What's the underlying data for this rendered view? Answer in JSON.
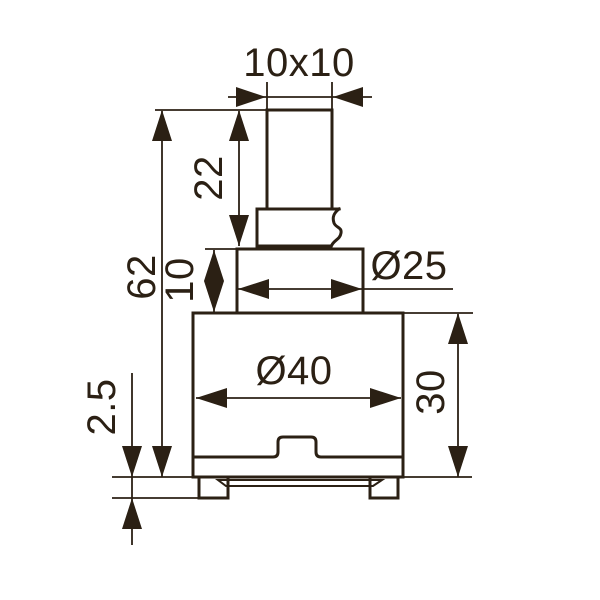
{
  "drawing": {
    "ink_color": "#2b2014",
    "background_color": "#ffffff",
    "labels": {
      "stem_square": "10x10",
      "stem_height": "22",
      "overall_height": "62",
      "collar_height": "10",
      "neck_diameter": "Ø25",
      "body_diameter": "Ø40",
      "body_height": "30",
      "base_plate_thickness": "2.5"
    }
  }
}
